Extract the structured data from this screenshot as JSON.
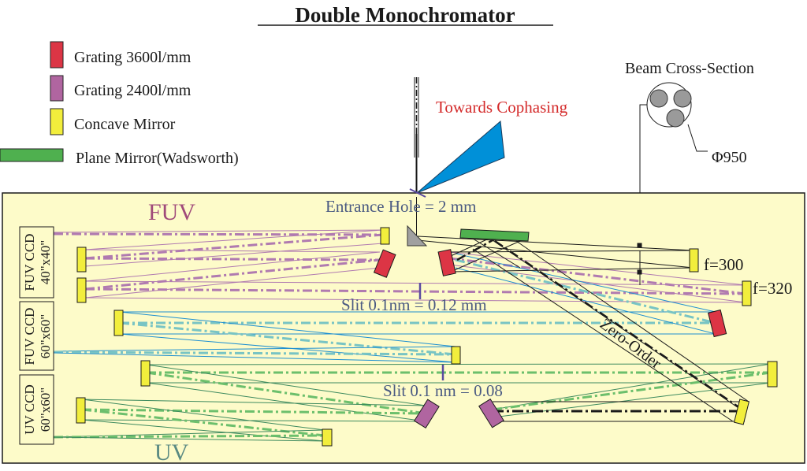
{
  "title": "Double Monochromator",
  "legend": [
    {
      "label": "Grating 3600l/mm",
      "color": "#dc3545",
      "kind": "grating-3600"
    },
    {
      "label": "Grating 2400l/mm",
      "color": "#b065a0",
      "kind": "grating-2400"
    },
    {
      "label": "Concave Mirror",
      "color": "#f2ee3c",
      "kind": "concave-mirror"
    },
    {
      "label": "Plane Mirror(Wadsworth)",
      "color": "#4fb04f",
      "kind": "plane-mirror"
    }
  ],
  "labels": {
    "towards_cophasing": "Towards Cophasing",
    "beam_cross_section": "Beam Cross-Section",
    "phi": "Φ950",
    "entrance_hole": "Entrance Hole = 2 mm",
    "fuv_band": "FUV",
    "uv_band": "UV",
    "slit_fuv": "Slit 0.1nm = 0.12 mm",
    "slit_uv": "Slit 0.1 nm = 0.08",
    "f300": "f=300",
    "f320": "f=320",
    "zero_order": "Zero-Order"
  },
  "detectors": [
    {
      "line1": "FUV CCD",
      "line2": "40\"x40\""
    },
    {
      "line1": "FUV CCD",
      "line2": "60\"x60\""
    },
    {
      "line1": "UV CCD",
      "line2": "60\"x60\""
    }
  ],
  "colors": {
    "panel_bg": "#fdfbc9",
    "fuv_ray": "#b07ab0",
    "fuv2_ray": "#1e8fd0",
    "fuv2_dash": "#78c4c4",
    "uv_ray": "#3d8a5e",
    "uv_dash": "#6cbf6c",
    "cophasing_beam": "#0090d8",
    "prism": "#a0a0a0",
    "beam_spot": "#9a9a9a"
  }
}
